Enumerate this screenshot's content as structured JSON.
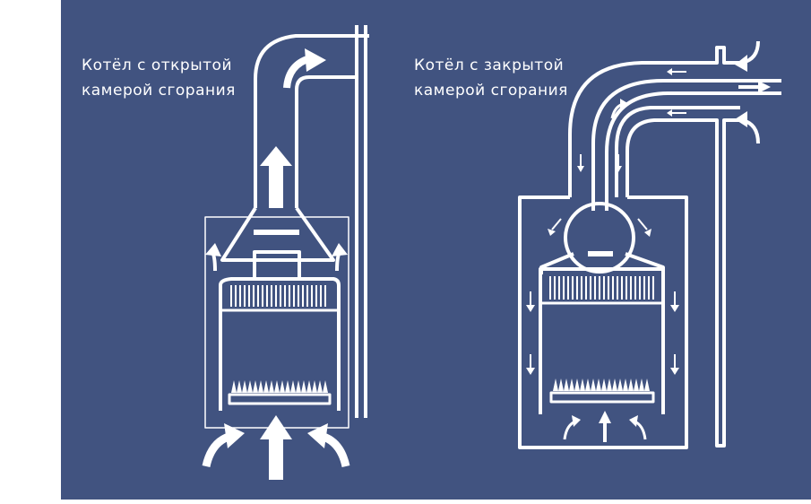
{
  "colors": {
    "background": "#415380",
    "line": "#ffffff",
    "page": "#ffffff"
  },
  "diagrams": {
    "open": {
      "title_line1": "Котёл с открытой",
      "title_line2": "камерой сгорания"
    },
    "closed": {
      "title_line1": "Котёл с закрытой",
      "title_line2": "камерой сгорания"
    }
  }
}
